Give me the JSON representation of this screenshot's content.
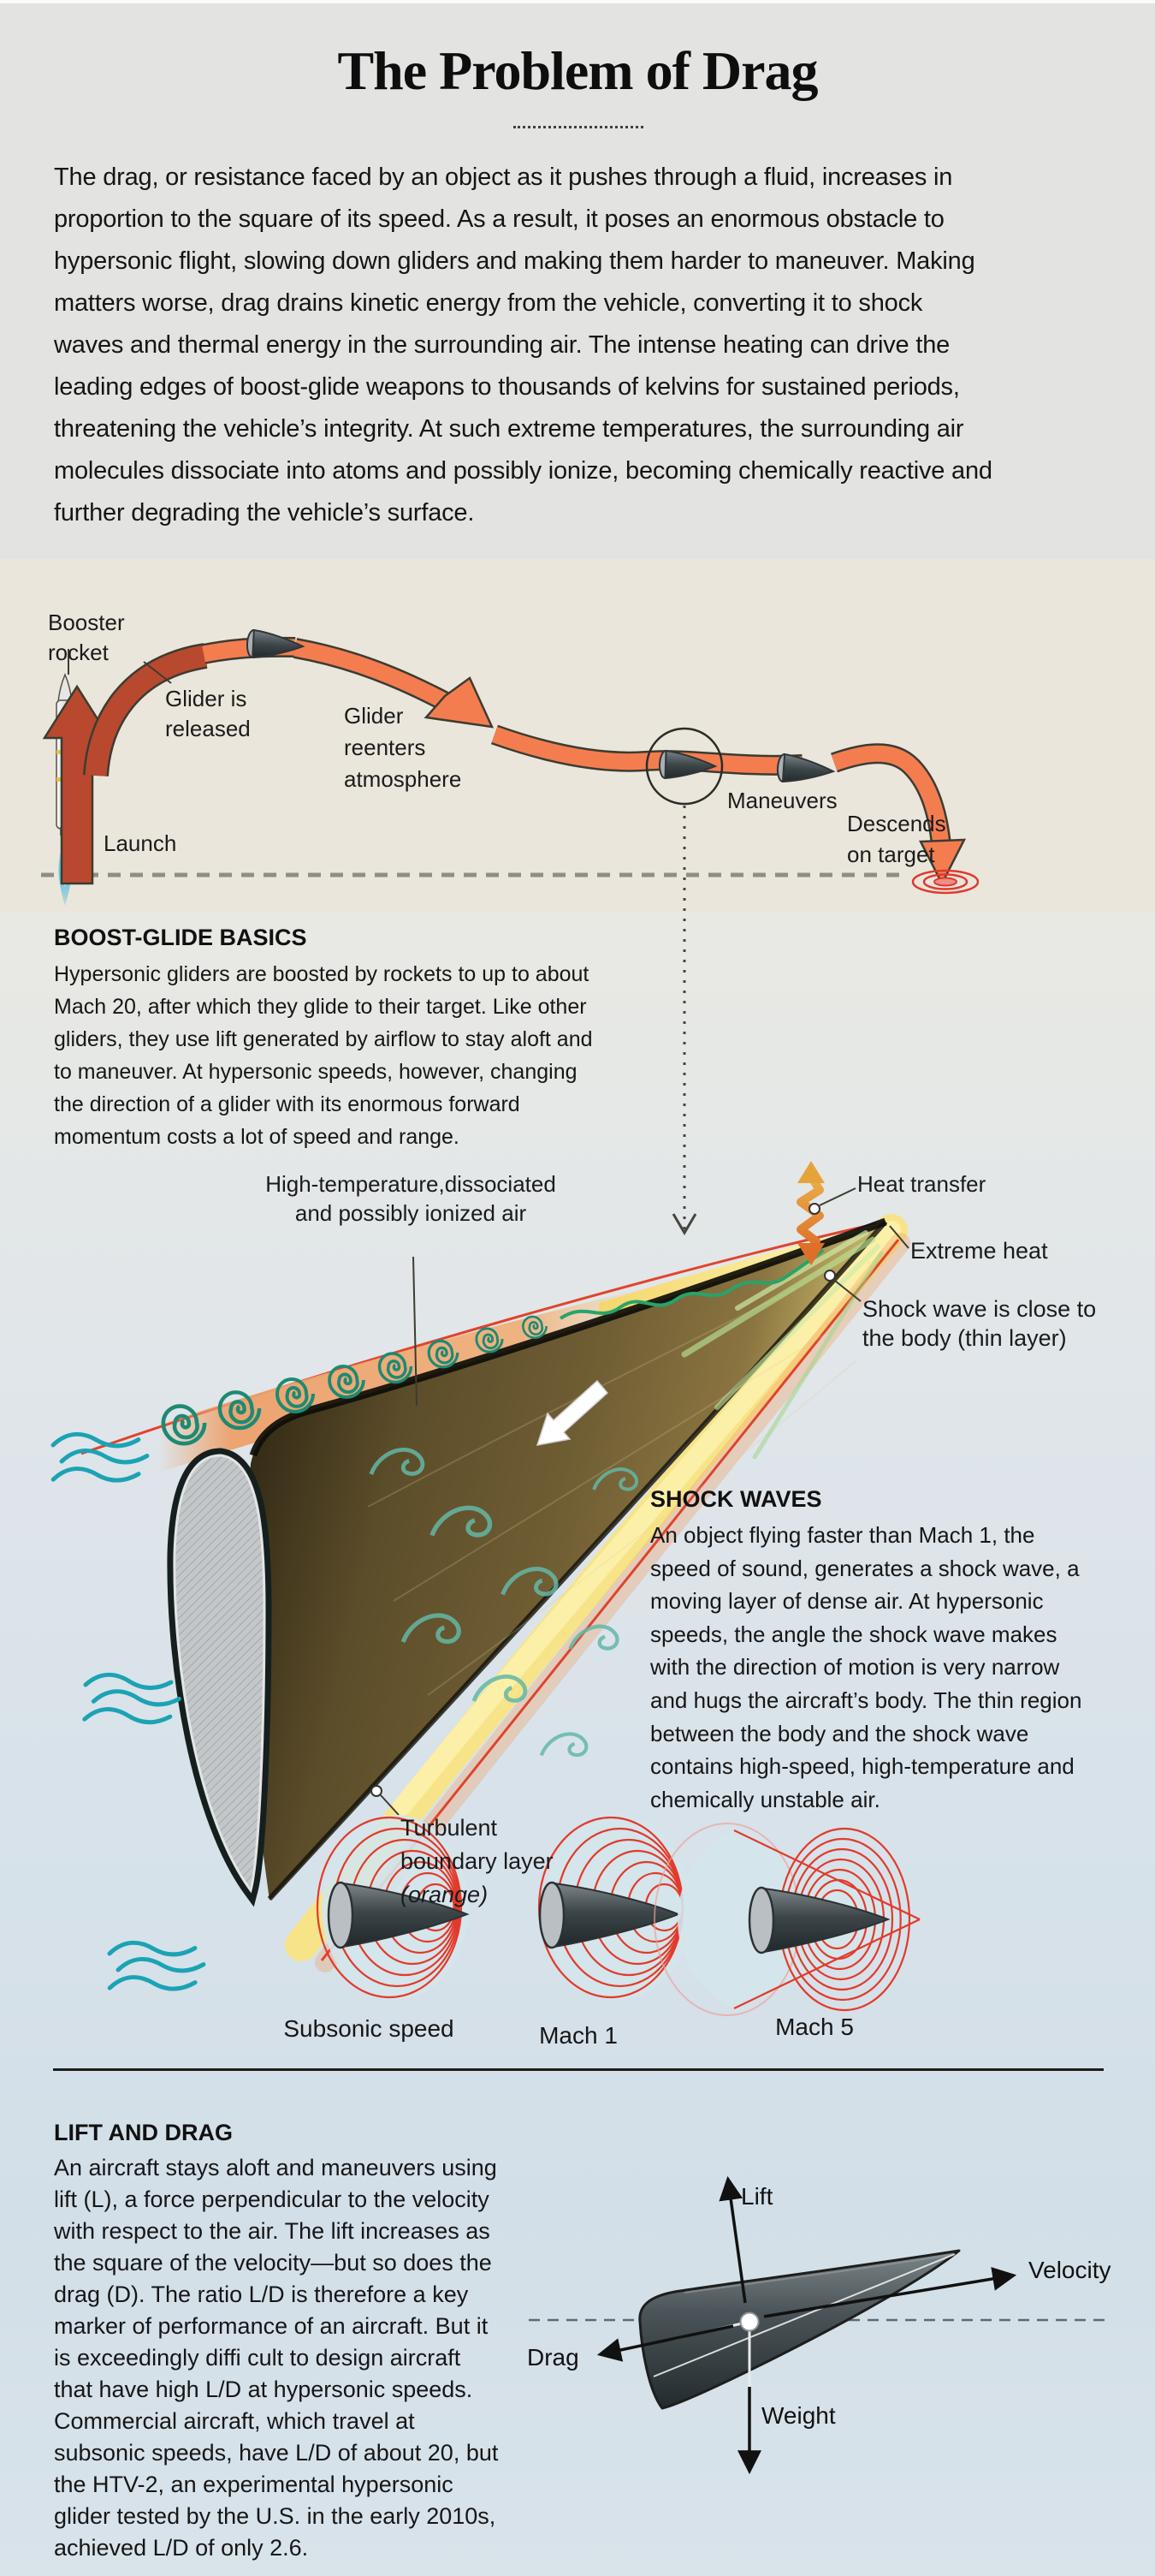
{
  "page": {
    "title": "The Problem of Drag"
  },
  "intro": "The drag, or resistance faced by an object as it pushes through a fluid, increases in\nproportion to the square of its speed. As a result, it poses an enormous obstacle to\nhypersonic flight, slowing down gliders and making them harder to maneuver. Making\nmatters worse, drag drains kinetic energy from the vehicle, converting it to shock\nwaves and thermal energy in the surrounding air. The intense heating can drive the\nleading edges of boost-glide weapons to thousands of kelvins for sustained periods,\nthreatening the vehicle’s integrity. At such extreme temperatures, the surrounding air\nmolecules dissociate into atoms and possibly ionize, becoming chemically reactive and\nfurther degrading the vehicle’s surface.",
  "trajectory": {
    "booster_rocket": "Booster\nrocket",
    "glider_released": "Glider is\nreleased",
    "launch": "Launch",
    "reenters": "Glider\nreenters\natmosphere",
    "maneuvers": "Maneuvers",
    "descends": "Descends\non target"
  },
  "boost_glide": {
    "heading": "BOOST-GLIDE BASICS",
    "body": "Hypersonic gliders are boosted by rockets to up to about\nMach 20, after which they glide to their target. Like other\ngliders, they use lift generated by airflow to stay aloft and\nto maneuver. At hypersonic speeds, however, changing\nthe direction of a glider with its enormous forward\nmomentum costs a lot of speed and range."
  },
  "glider": {
    "high_temp": "High-temperature,dissociated\nand possibly ionized air",
    "heat_transfer": "Heat transfer",
    "extreme_heat": "Extreme heat",
    "shock_close": "Shock wave is close to\nthe body (thin layer)",
    "turbulent": "Turbulent\nboundary layer",
    "turbulent_note": "(orange)"
  },
  "shock_waves": {
    "heading": "SHOCK WAVES",
    "body": "An object flying faster than Mach 1, the\nspeed of sound, generates a shock wave, a\nmoving layer of dense air. At hypersonic\nspeeds, the angle the shock wave makes\nwith the direction of motion is very narrow\nand hugs the aircraft’s body. The thin region\nbetween the body and the shock wave\ncontains high-speed, high-temperature and\nchemically unstable air."
  },
  "mach": {
    "subsonic": "Subsonic speed",
    "mach1": "Mach 1",
    "mach5": "Mach 5"
  },
  "lift_drag": {
    "heading": "LIFT AND DRAG",
    "body": "An aircraft stays aloft and maneuvers using\nlift (L), a force perpendicular to the velocity\nwith respect to the air. The lift increases as\nthe square of the velocity—but so does the\ndrag (D). The ratio L/D is therefore a key\nmarker of performance of an aircraft. But it\nis exceedingly diffi cult to design aircraft\nthat have high L/D at hypersonic speeds.\nCommercial aircraft, which travel at\nsubsonic speeds, have L/D of about 20, but\nthe HTV-2, an experimental hypersonic\nglider tested by the U.S. in the early 2010s,\nachieved L/D of only 2.6.",
    "lift": "Lift",
    "velocity": "Velocity",
    "drag": "Drag",
    "weight": "Weight"
  },
  "colors": {
    "accent_orange": "#f47d50",
    "dark_red": "#b8492e",
    "shock_red": "#e23a2a",
    "teal": "#1d8a73",
    "beige_bg": "#ebe6db",
    "header_bg": "#e3e3e2",
    "blue_bg": "#d6e1e9",
    "yellow_shock": "#f6e380"
  }
}
